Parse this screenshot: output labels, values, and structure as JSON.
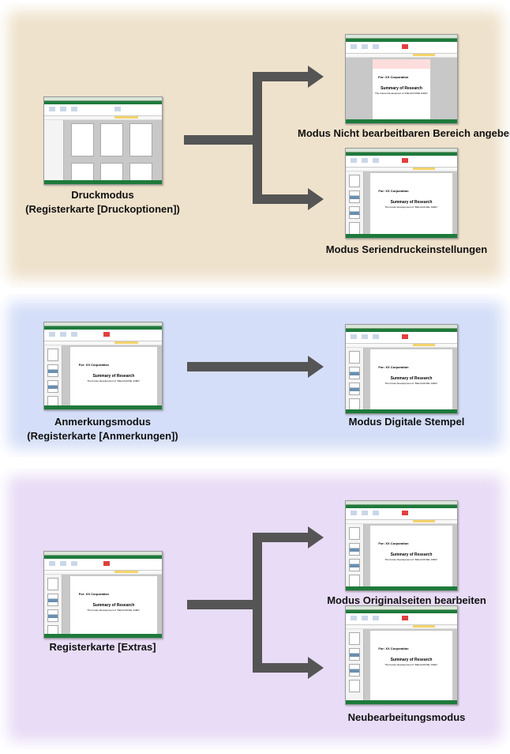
{
  "colors": {
    "panel_print": "#efe2cc",
    "panel_annotation": "#d4def8",
    "panel_extras": "#e8dcf6",
    "arrow": "#555555",
    "app_green": "#1e7a3c"
  },
  "page_text": {
    "for": "For: XX Corporation",
    "title": "Summary of Research",
    "subtitle": "The Future Development of \"DELACOUSE JUMA\""
  },
  "sections": {
    "print": {
      "source_line1": "Druckmodus",
      "source_line2": "(Registerkarte [Druckoptionen])",
      "target1": "Modus Nicht bearbeitbaren Bereich angeben",
      "target2": "Modus Seriendruckeinstellungen"
    },
    "annotation": {
      "source_line1": "Anmerkungsmodus",
      "source_line2": "(Registerkarte [Anmerkungen])",
      "target1": "Modus Digitale Stempel"
    },
    "extras": {
      "source_line1": "Registerkarte [Extras]",
      "target1": "Modus Originalseiten bearbeiten",
      "target2": "Neubearbeitungsmodus"
    }
  }
}
